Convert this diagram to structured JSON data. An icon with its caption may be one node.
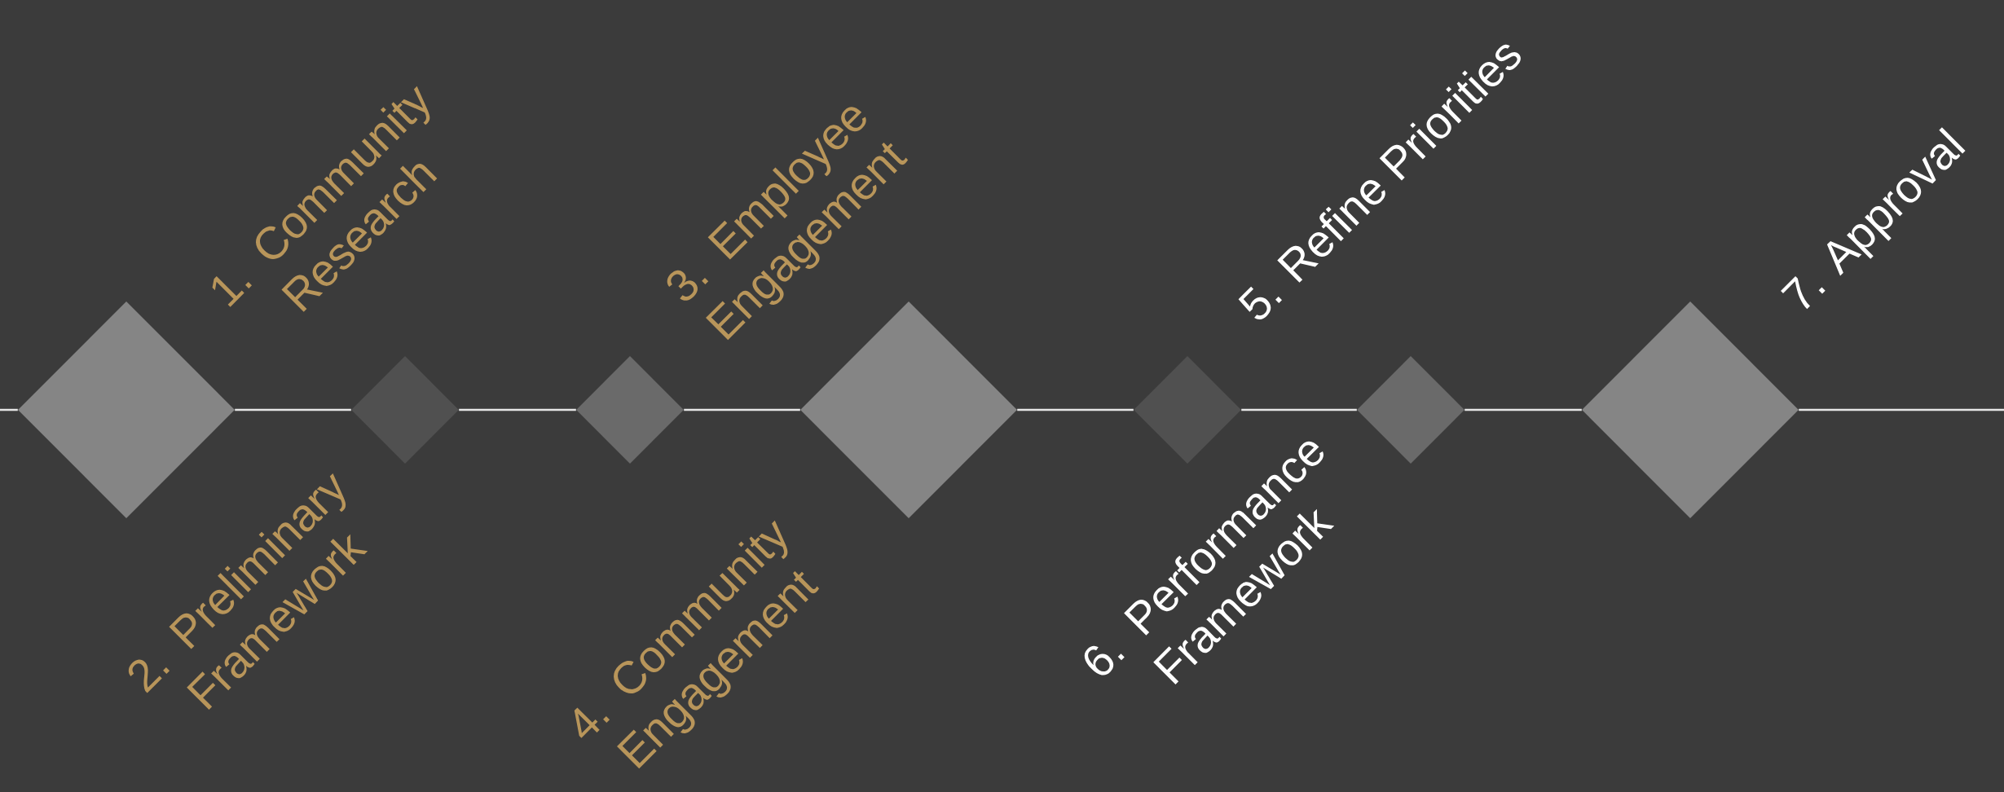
{
  "diagram": {
    "nodes": [
      {
        "text": [],
        "shape": "diamond",
        "beside": [
          "1. Community Research"
        ]
      },
      {
        "text": [],
        "shape": "diamond",
        "beside": [
          "2. Preliminary Framework"
        ]
      },
      {
        "text": [],
        "shape": "diamond",
        "beside": [
          "3. Employee Engagement"
        ]
      },
      {
        "text": [],
        "shape": "diamond",
        "beside": [
          "4. Community Engagement"
        ]
      },
      {
        "text": [],
        "shape": "diamond",
        "beside": [
          "5. Refine Priorities"
        ]
      },
      {
        "text": [],
        "shape": "diamond",
        "beside": [
          "6. Performance Framework"
        ]
      },
      {
        "text": [],
        "shape": "diamond",
        "beside": [
          "7. Approval"
        ]
      }
    ],
    "edges": [
      {
        "from": null,
        "to": 0,
        "arrow": "none"
      },
      {
        "from": 0,
        "to": 1,
        "arrow": "none"
      },
      {
        "from": 1,
        "to": 2,
        "arrow": "none"
      },
      {
        "from": 2,
        "to": 3,
        "arrow": "none"
      },
      {
        "from": 3,
        "to": 4,
        "arrow": "none"
      },
      {
        "from": 4,
        "to": 5,
        "arrow": "none"
      },
      {
        "from": 5,
        "to": 6,
        "arrow": "none"
      },
      {
        "from": 6,
        "to": null,
        "arrow": "none"
      }
    ]
  }
}
